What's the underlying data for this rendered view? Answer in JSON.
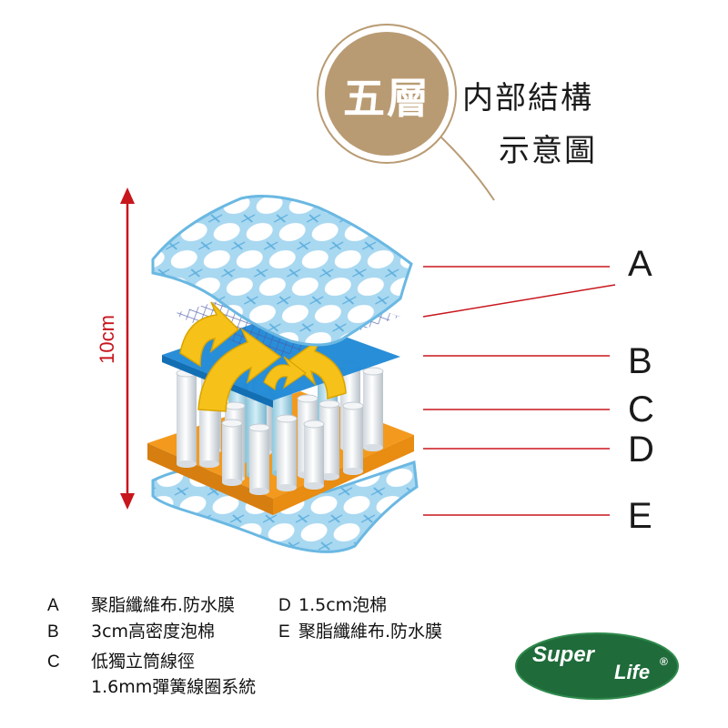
{
  "title": {
    "circle_text": "五層",
    "line1": "内部結構",
    "line2": "示意圖"
  },
  "dimension_label": "10cm",
  "layer_letters": [
    "A",
    "B",
    "C",
    "D",
    "E"
  ],
  "legend": [
    {
      "key": "A",
      "text": "聚脂纖維布.防水膜"
    },
    {
      "key": "D",
      "text": "1.5cm泡棉"
    },
    {
      "key": "B",
      "text": "3cm高密度泡棉"
    },
    {
      "key": "E",
      "text": "聚脂纖維布.防水膜"
    },
    {
      "key": "C",
      "text": "低獨立筒線徑"
    },
    {
      "key": "",
      "text": "1.6mm彈簧線圈系統"
    }
  ],
  "logo": {
    "super": "Super",
    "life": "Life",
    "mark": "®"
  },
  "colors": {
    "circle_bg": "#b99b73",
    "arrow_red": "#c8161d",
    "pointer_red": "#c8161d",
    "quilt_blue": "#7fc4e8",
    "foam_blue": "#1e88d6",
    "foam_orange": "#f39a1e",
    "arrow_yellow": "#f6c21a",
    "logo_green": "#1f6b3a"
  }
}
